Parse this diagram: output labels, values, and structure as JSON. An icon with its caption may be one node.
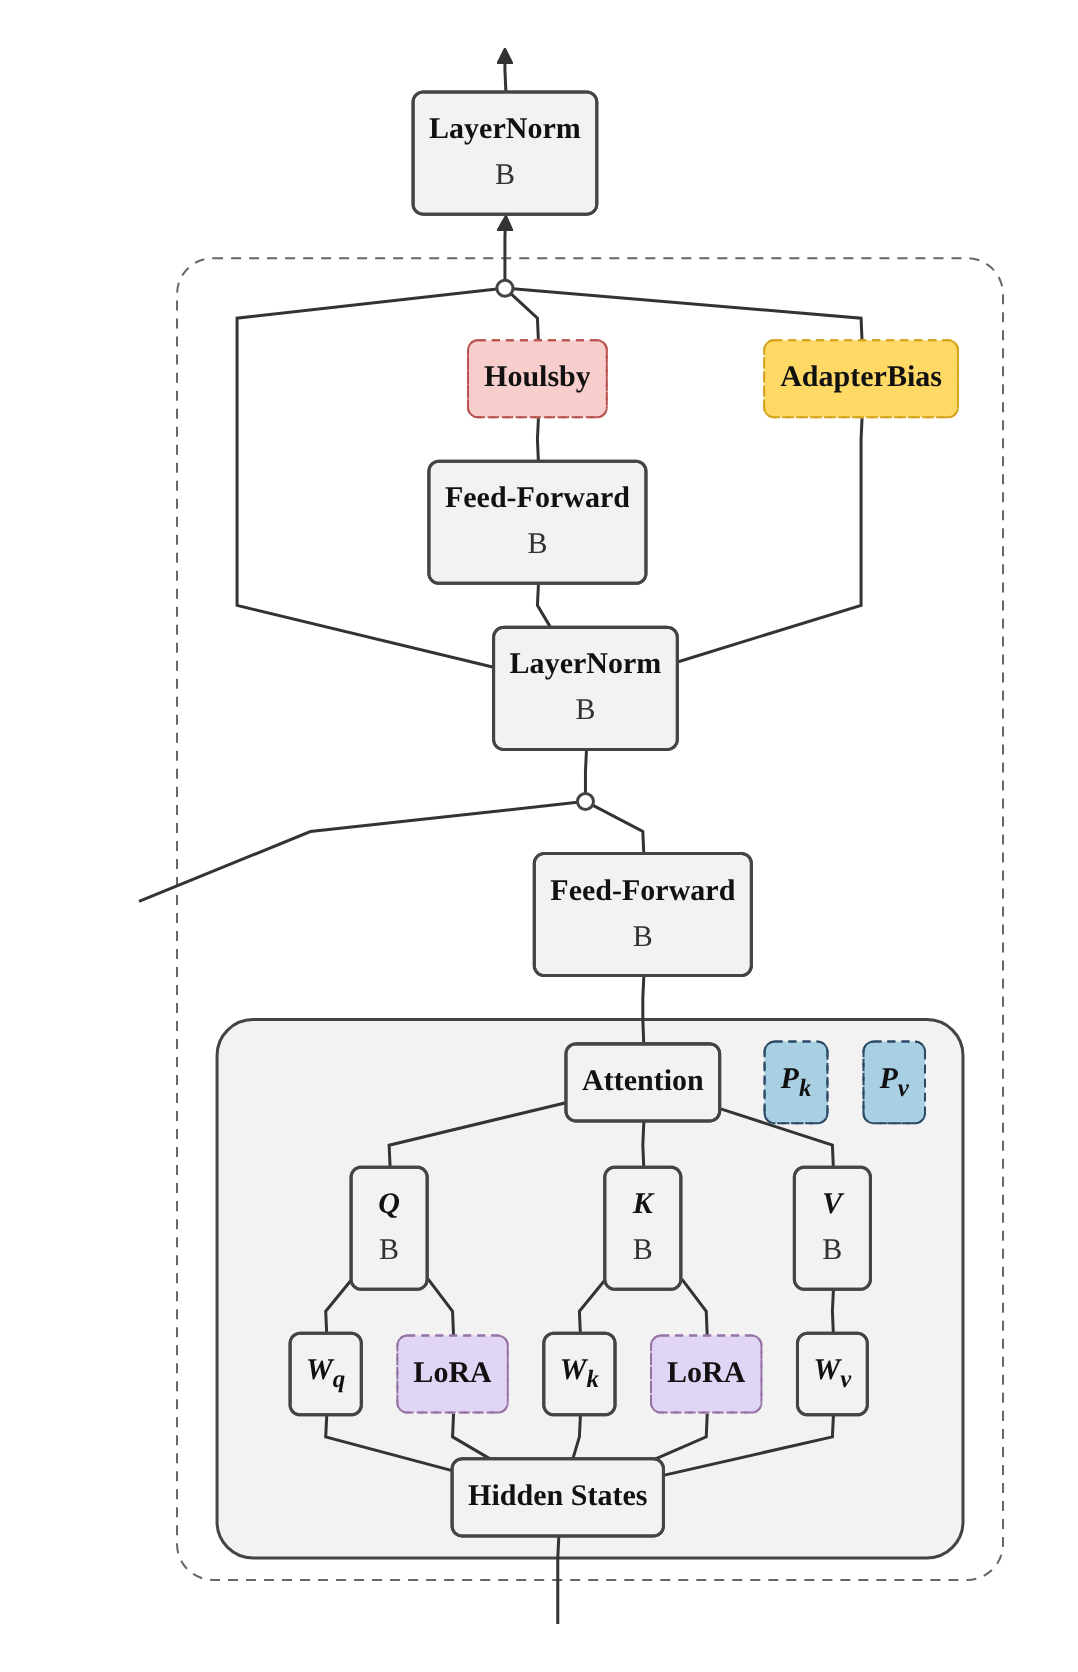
{
  "diagram": {
    "nodes": [
      {
        "text": [
          "LayerNorm",
          "B"
        ]
      },
      {
        "text": [],
        "shape": "box"
      },
      {
        "text": [],
        "shape": "circle",
        "in": 1
      },
      {
        "text": [
          "Houlsby"
        ],
        "in": 1
      },
      {
        "text": [
          "AdapterBias"
        ],
        "in": 1
      },
      {
        "text": [
          "Feed-Forward",
          "B"
        ],
        "in": 1
      },
      {
        "text": [
          "LayerNorm",
          "B"
        ],
        "in": 1
      },
      {
        "text": [],
        "shape": "circle",
        "in": 1
      },
      {
        "text": [
          "Feed-Forward",
          "B"
        ],
        "in": 1
      },
      {
        "text": [],
        "shape": "box",
        "in": 1
      },
      {
        "text": [
          "Attention"
        ],
        "in": 9
      },
      {
        "text": [
          "Q",
          "B"
        ],
        "in": 9
      },
      {
        "text": [
          "P$_{k}$"
        ],
        "in": 9
      },
      {
        "text": [
          "K",
          "B"
        ],
        "in": 9
      },
      {
        "text": [
          "P$_{v}$"
        ],
        "in": 9
      },
      {
        "text": [
          "V",
          "B"
        ],
        "in": 9
      },
      {
        "text": [
          "W$_{q}$"
        ],
        "in": 9
      },
      {
        "text": [
          "LoRA"
        ],
        "in": 9
      },
      {
        "text": [
          "W$_{k}$"
        ],
        "in": 9
      },
      {
        "text": [
          "LoRA"
        ],
        "in": 9
      },
      {
        "text": [
          "W$_{v}$"
        ],
        "in": 9
      },
      {
        "text": [
          "Hidden States"
        ],
        "in": 9
      }
    ],
    "edges": [
      {
        "from": null,
        "to": 21,
        "arrow": "none"
      },
      {
        "from": null,
        "to": 7,
        "arrow": "none"
      },
      {
        "from": 21,
        "to": 16,
        "arrow": "none"
      },
      {
        "from": 21,
        "to": 17,
        "arrow": "none"
      },
      {
        "from": 21,
        "to": 18,
        "arrow": "none"
      },
      {
        "from": 21,
        "to": 19,
        "arrow": "none"
      },
      {
        "from": 21,
        "to": 20,
        "arrow": "none"
      },
      {
        "from": 16,
        "to": 11,
        "arrow": "none"
      },
      {
        "from": 17,
        "to": 11,
        "arrow": "none"
      },
      {
        "from": 18,
        "to": 13,
        "arrow": "none"
      },
      {
        "from": 19,
        "to": 13,
        "arrow": "none"
      },
      {
        "from": 20,
        "to": 15,
        "arrow": "none"
      },
      {
        "from": 11,
        "to": 10,
        "arrow": "none"
      },
      {
        "from": 13,
        "to": 10,
        "arrow": "none"
      },
      {
        "from": 15,
        "to": 10,
        "arrow": "none"
      },
      {
        "from": 10,
        "to": 8,
        "arrow": "none"
      },
      {
        "from": 8,
        "to": 7,
        "arrow": "none"
      },
      {
        "from": 7,
        "to": 6,
        "arrow": "none"
      },
      {
        "from": 6,
        "to": 5,
        "arrow": "none"
      },
      {
        "from": 6,
        "to": 4,
        "arrow": "none"
      },
      {
        "from": 6,
        "to": 2,
        "arrow": "none"
      },
      {
        "from": 5,
        "to": 3,
        "arrow": "none"
      },
      {
        "from": 3,
        "to": 2,
        "arrow": "none"
      },
      {
        "from": 4,
        "to": 2,
        "arrow": "none"
      },
      {
        "from": 2,
        "to": 0,
        "arrow": "to"
      },
      {
        "from": 0,
        "to": null,
        "arrow": "to"
      }
    ]
  }
}
